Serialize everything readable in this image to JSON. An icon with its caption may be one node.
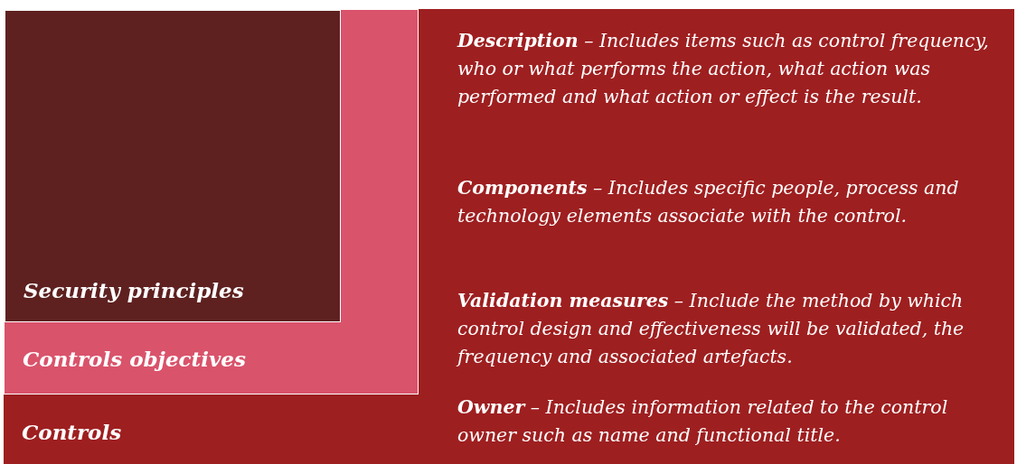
{
  "diagram": {
    "nodes": [
      {
        "text": [
          "Controls",
          "**Description** – Includes items such as control frequency, who or what performs the action, what action was performed and what action or effect is the result.",
          "**Components** – Includes specific people, process and technology elements associate with the control.",
          "**Validation measures** – Include the method by which control design and effectiveness will be validated, the frequency and associated artefacts.",
          "**Owner** – Includes information related to the control owner such as name and functional title."
        ]
      },
      {
        "text": [
          "Controls objectives"
        ],
        "in": 0
      },
      {
        "text": [
          "Security principles"
        ],
        "in": 1
      }
    ]
  }
}
